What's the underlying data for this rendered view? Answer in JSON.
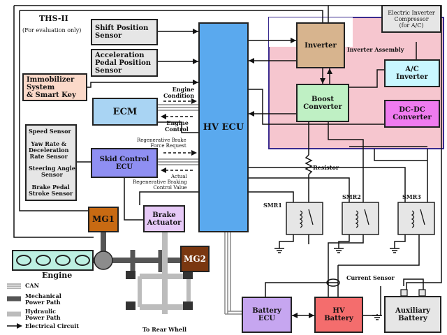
{
  "header": {
    "title": "THS-II",
    "subtitle": "(For evaluation only)"
  },
  "components": {
    "shift_sensor": "Shift Position\nSensor",
    "accel_sensor": "Acceleration\nPedal Position\nSensor",
    "immobilizer": "Immobilizer\nSystem\n& Smart Key",
    "ecm": "ECM",
    "sensor_list": [
      "Speed Sensor",
      "Yaw Rate &\nDeceleration\nRate Sensor",
      "Steering Angle\nSensor",
      "Brake Pedal\nStroke Sensor"
    ],
    "skid_ecu": "Skid Control\nECU",
    "hv_ecu": "HV ECU",
    "inverter": "Inverter",
    "boost": "Boost\nConverter",
    "ac_inverter": "A/C\nInverter",
    "dcdc": "DC-DC\nConverter",
    "inverter_assembly": "Inverter Assembly",
    "ac_compressor": "Electric Inverter\nCompressor\n(for A/C)",
    "mg1": "MG1",
    "mg2": "MG2",
    "brake_actuator": "Brake\nActuator",
    "engine": "Engine",
    "battery_ecu": "Battery\nECU",
    "hv_battery": "HV\nBattery",
    "aux_battery": "Auxiliary\nBattery",
    "smr1": "SMR1",
    "smr2": "SMR2",
    "smr3": "SMR3",
    "resistor": "Resistor",
    "current_sensor": "Current Sensor",
    "to_rear": "To Rear Whell"
  },
  "signals": {
    "engine_condition": "Engine\nCondition",
    "engine_control": "Engine\nControl",
    "regen_request": "Regenerative Brake\nForce Request",
    "regen_actual": "Actual\nRegenerative Braking\nControl Value"
  },
  "legend": [
    {
      "key": "can",
      "label": "CAN"
    },
    {
      "key": "mech",
      "label": "Mechanical\nPower Path"
    },
    {
      "key": "hydr",
      "label": "Hydraulic\nPower Path"
    },
    {
      "key": "elec",
      "label": "Electrical Circuit"
    }
  ],
  "colors": {
    "hv_ecu": "#5aa9ee",
    "inverter": "#d7b48e",
    "inverter_assembly_bg": "#f6c6cf",
    "inverter_assembly_border": "#3a2b8f",
    "boost": "#bff0c4",
    "ac_inverter": "#c9f7ff",
    "dcdc": "#ef7bef",
    "ecm": "#a9d4f3",
    "skid_ecu": "#8f8ff2",
    "immobilizer": "#fbd9c9",
    "sensor_box": "#e6e6e6",
    "mg": "#c86a12",
    "mg2": "#7a3710",
    "brake_actuator": "#e6c9f7",
    "engine": "#bdf0e2",
    "battery_ecu": "#c6a6f0",
    "hv_battery": "#f46d6d",
    "aux_battery": "#e6e6e6",
    "smr": "#e6e6e6"
  }
}
